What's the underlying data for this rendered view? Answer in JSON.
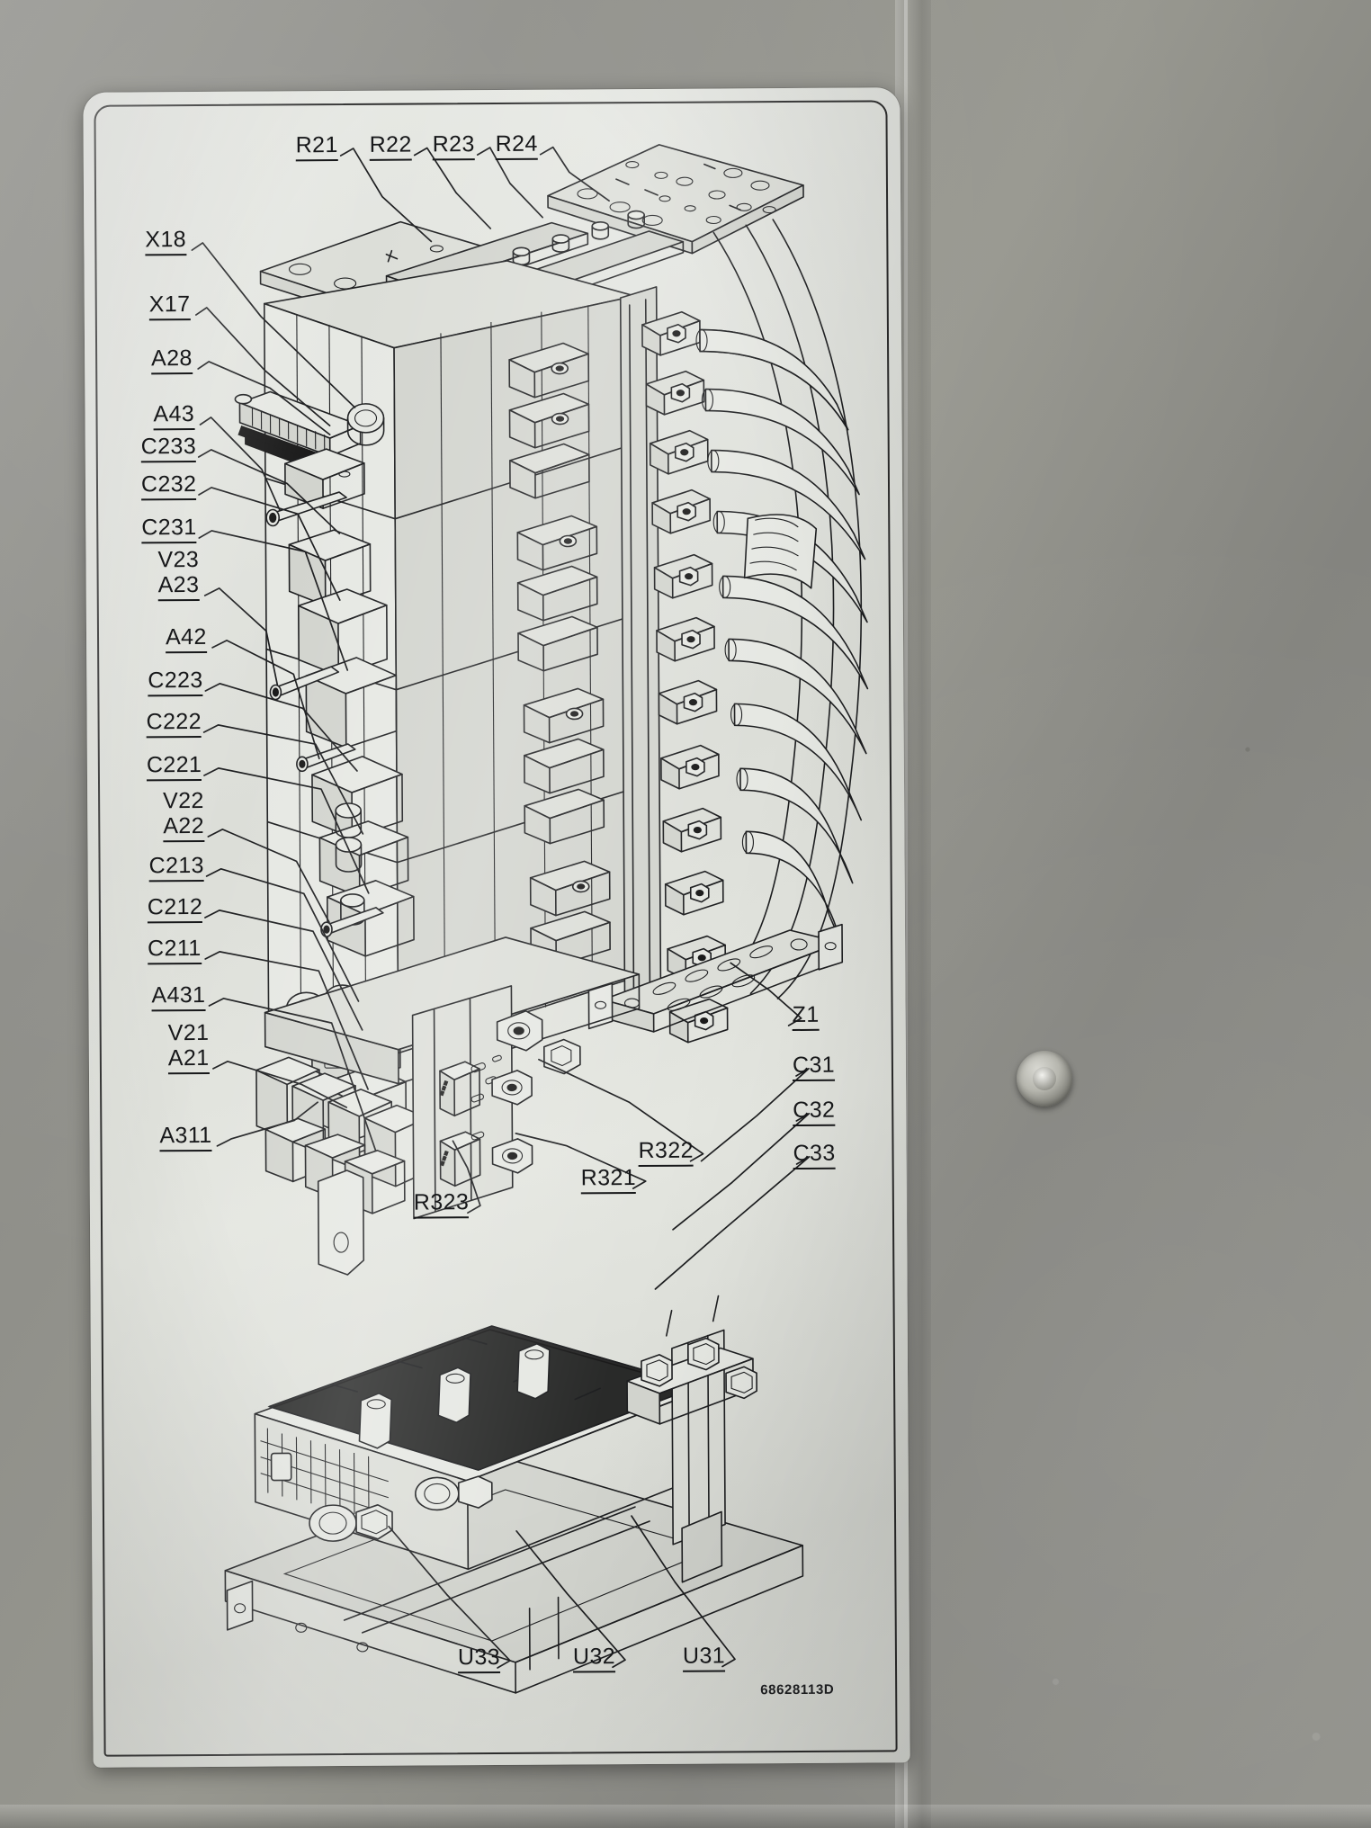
{
  "plate": {
    "part_number": "68628113D",
    "drawing_type": "exploded-assembly-callout-diagram"
  },
  "callouts": {
    "top": [
      {
        "id": "R21",
        "text": "R21"
      },
      {
        "id": "R22",
        "text": "R22"
      },
      {
        "id": "R23",
        "text": "R23"
      },
      {
        "id": "R24",
        "text": "R24"
      }
    ],
    "left": [
      {
        "id": "X18",
        "text": "X18",
        "underline": true,
        "paired": false
      },
      {
        "id": "X17",
        "text": "X17",
        "underline": true,
        "paired": false
      },
      {
        "id": "A28",
        "text": "A28",
        "underline": true,
        "paired": false
      },
      {
        "id": "A43",
        "text": "A43",
        "underline": true,
        "paired": false
      },
      {
        "id": "C233",
        "text": "C233",
        "underline": true,
        "paired": false
      },
      {
        "id": "C232",
        "text": "C232",
        "underline": true,
        "paired": false
      },
      {
        "id": "C231",
        "text": "C231",
        "underline": true,
        "paired": false
      },
      {
        "id": "V23",
        "text": "V23",
        "underline": false,
        "paired": true
      },
      {
        "id": "A23",
        "text": "A23",
        "underline": true,
        "paired": true
      },
      {
        "id": "A42",
        "text": "A42",
        "underline": true,
        "paired": false
      },
      {
        "id": "C223",
        "text": "C223",
        "underline": true,
        "paired": false
      },
      {
        "id": "C222",
        "text": "C222",
        "underline": true,
        "paired": false
      },
      {
        "id": "C221",
        "text": "C221",
        "underline": true,
        "paired": false
      },
      {
        "id": "V22",
        "text": "V22",
        "underline": false,
        "paired": true
      },
      {
        "id": "A22",
        "text": "A22",
        "underline": true,
        "paired": true
      },
      {
        "id": "C213",
        "text": "C213",
        "underline": true,
        "paired": false
      },
      {
        "id": "C212",
        "text": "C212",
        "underline": true,
        "paired": false
      },
      {
        "id": "C211",
        "text": "C211",
        "underline": true,
        "paired": false
      },
      {
        "id": "A431",
        "text": "A431",
        "underline": true,
        "paired": false
      },
      {
        "id": "V21",
        "text": "V21",
        "underline": false,
        "paired": true
      },
      {
        "id": "A21",
        "text": "A21",
        "underline": true,
        "paired": true
      },
      {
        "id": "A311",
        "text": "A311",
        "underline": true,
        "paired": false
      }
    ],
    "center_bottom": [
      {
        "id": "R323",
        "text": "R323"
      },
      {
        "id": "R321",
        "text": "R321"
      },
      {
        "id": "R322",
        "text": "R322"
      }
    ],
    "right": [
      {
        "id": "Z1",
        "text": "Z1"
      },
      {
        "id": "C31",
        "text": "C31"
      },
      {
        "id": "C32",
        "text": "C32"
      },
      {
        "id": "C33",
        "text": "C33"
      }
    ],
    "bottom": [
      {
        "id": "U33",
        "text": "U33"
      },
      {
        "id": "U32",
        "text": "U32"
      },
      {
        "id": "U31",
        "text": "U31"
      }
    ]
  },
  "colors": {
    "plate_background": "#e2e4df",
    "ink": "#1d1e20",
    "wall": "#90908a",
    "hatch_fill": "#1a1a1a"
  }
}
